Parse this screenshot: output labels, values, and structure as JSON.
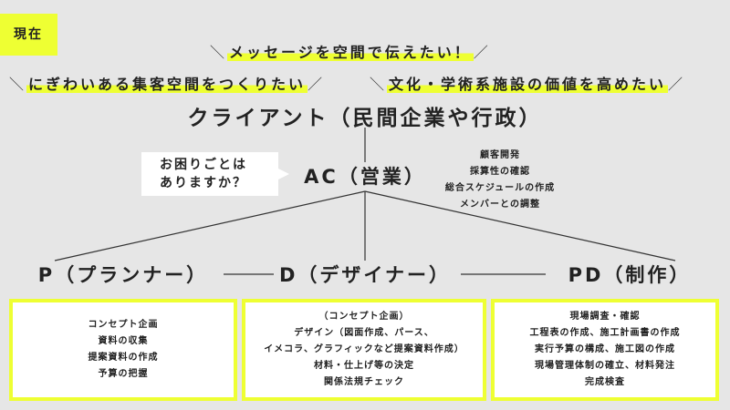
{
  "tag": "現在",
  "banners": {
    "top": "メッセージを空間で伝えたい！",
    "left": "にぎわいある集客空間をつくりたい",
    "right": "文化・学術系施設の価値を高めたい",
    "slash_open": "＼",
    "slash_close": "／"
  },
  "client": "クライアント（民間企業や行政）",
  "bubble": {
    "line1": "お困りごとは",
    "line2": "ありますか？"
  },
  "ac": {
    "title": "AC（営業）",
    "tasks": [
      "顧客開発",
      "採算性の確認",
      "総合スケジュールの作成",
      "メンバーとの調整"
    ]
  },
  "roles": [
    {
      "title": "P（プランナー）",
      "items": [
        "コンセプト企画",
        "資料の収集",
        "提案資料の作成",
        "予算の把握"
      ]
    },
    {
      "title": "D（デザイナー）",
      "items": [
        "（コンセプト企画）",
        "デザイン（図面作成、パース、",
        "イメコラ、グラフィックなど提案資料作成）",
        "材料・仕上げ等の決定",
        "関係法規チェック"
      ]
    },
    {
      "title": "PD（制作）",
      "items": [
        "現場調査・確認",
        "工程表の作成、施工計画書の作成",
        "実行予算の構成、施工図の作成",
        "現場管理体制の確立、材料発注",
        "完成検査"
      ]
    }
  ],
  "colors": {
    "accent": "#eeff33",
    "background": "#e6e6e6"
  }
}
